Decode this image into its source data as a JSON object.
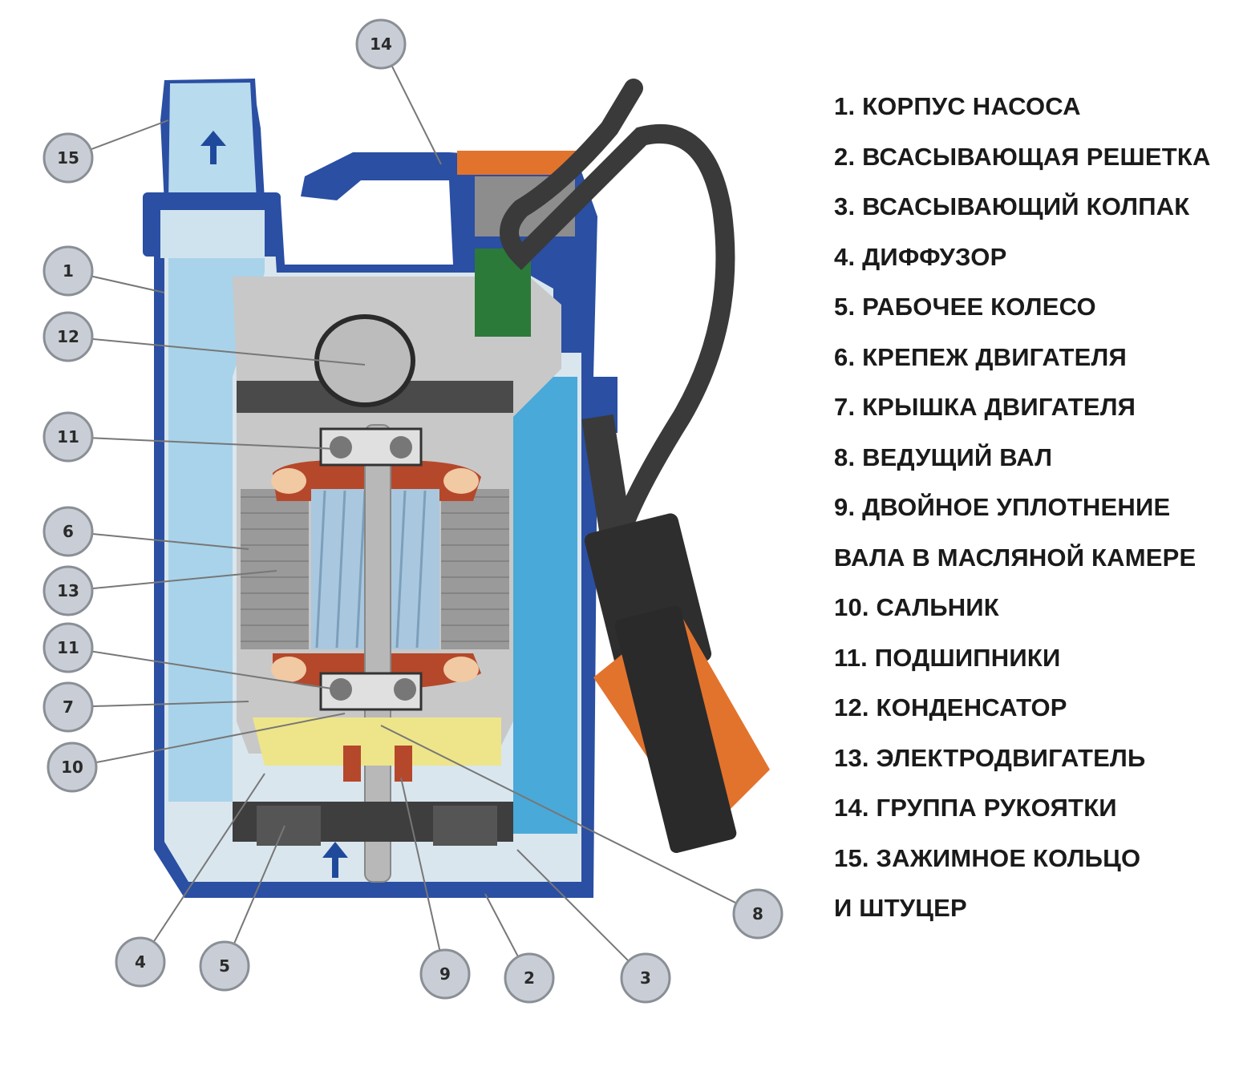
{
  "legend": [
    "1. КОРПУС НАСОСА",
    "2. ВСАСЫВАЮЩАЯ РЕШЕТКА",
    "3. ВСАСЫВАЮЩИЙ КОЛПАК",
    "4. ДИФФУЗОР",
    "5. РАБОЧЕЕ КОЛЕСО",
    "6. КРЕПЕЖ ДВИГАТЕЛЯ",
    "7. КРЫШКА ДВИГАТЕЛЯ",
    "8. ВЕДУЩИЙ ВАЛ",
    "9. ДВОЙНОЕ УПЛОТНЕНИЕ",
    "ВАЛА В МАСЛЯНОЙ КАМЕРЕ",
    "10. САЛЬНИК",
    "11. ПОДШИПНИКИ",
    "12. КОНДЕНСАТОР",
    "13. ЭЛЕКТРОДВИГАТЕЛЬ",
    "14. ГРУППА РУКОЯТКИ",
    "15. ЗАЖИМНОЕ КОЛЬЦО",
    "И ШТУЦЕР"
  ],
  "callouts": [
    "14",
    "15",
    "1",
    "12",
    "11",
    "6",
    "13",
    "11",
    "7",
    "10",
    "8",
    "4",
    "5",
    "9",
    "2",
    "3"
  ],
  "colors": {
    "housing_blue": "#2a4fa3",
    "water_light": "#b9dbee",
    "water_medium": "#49a9d9",
    "metal_gray": "#c8c8c8",
    "copper": "#b5482a",
    "oil_yellow": "#eee58a",
    "float_orange": "#e2732d",
    "seal_green": "#2c7a3a",
    "cable_dark": "#3a3a3a",
    "callout_fill": "#c9ced6"
  }
}
